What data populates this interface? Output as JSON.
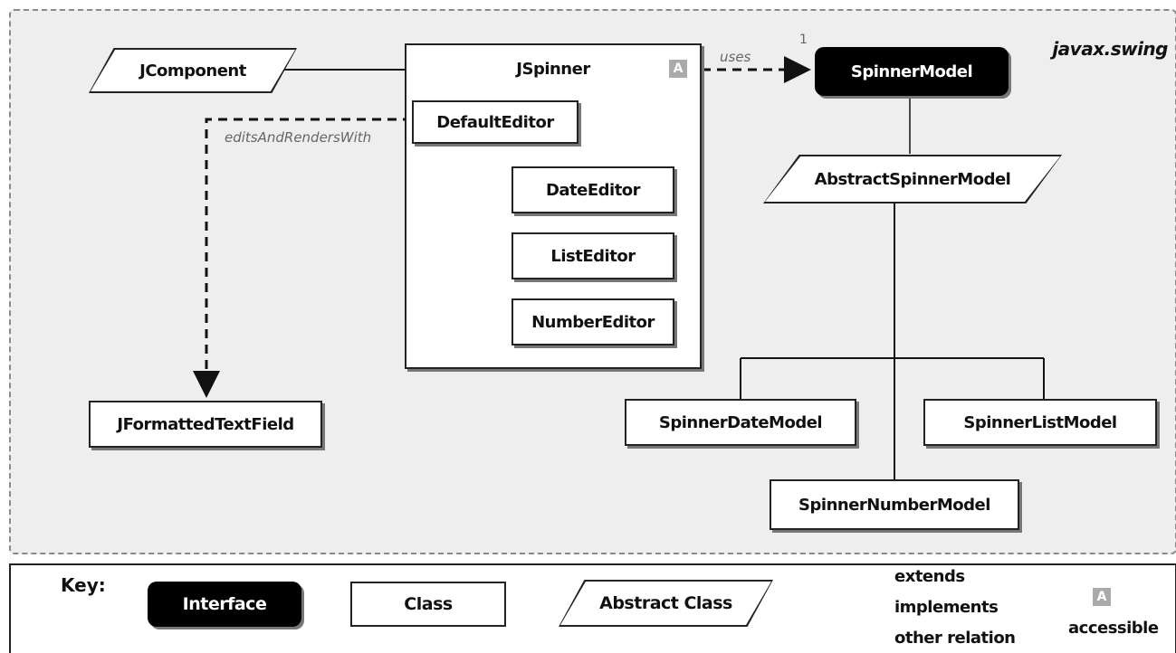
{
  "package": {
    "name": "javax.swing"
  },
  "nodes": {
    "jcomponent": "JComponent",
    "jspinner": "JSpinner",
    "default_editor": "DefaultEditor",
    "date_editor": "DateEditor",
    "list_editor": "ListEditor",
    "number_editor": "NumberEditor",
    "spinner_model": "SpinnerModel",
    "abstract_spinner_model": "AbstractSpinnerModel",
    "spinner_date_model": "SpinnerDateModel",
    "spinner_list_model": "SpinnerListModel",
    "spinner_number_model": "SpinnerNumberModel",
    "jformatted_text_field": "JFormattedTextField"
  },
  "relations": {
    "uses": "uses",
    "uses_multiplicity": "1",
    "edits_and_renders_with": "editsAndRendersWith"
  },
  "badges": {
    "accessible_glyph": "A"
  },
  "key": {
    "title": "Key:",
    "interface": "Interface",
    "class": "Class",
    "abstract_class": "Abstract Class",
    "extends": "extends",
    "implements": "implements",
    "other_relation": "other relation",
    "accessible": "accessible"
  }
}
